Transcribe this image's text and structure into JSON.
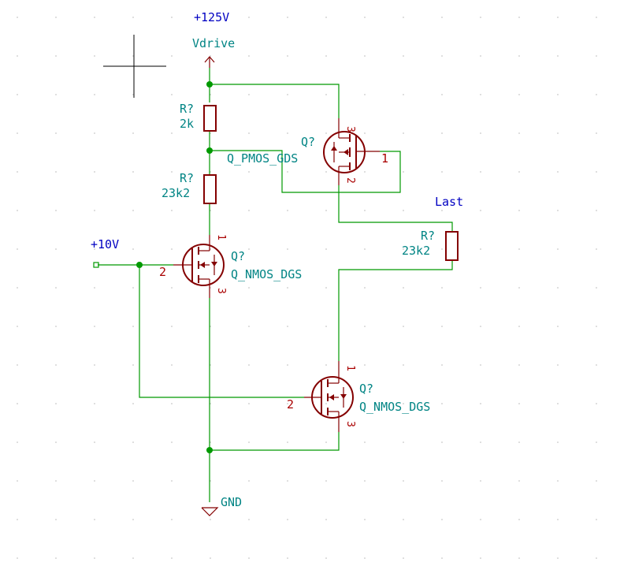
{
  "schematic": {
    "power": {
      "vplus": "+125V",
      "gnd": "GND"
    },
    "labels": {
      "vdrive": "Vdrive",
      "last": "Last",
      "input": "+10V"
    },
    "resistors": [
      {
        "ref": "R?",
        "value": "2k"
      },
      {
        "ref": "R?",
        "value": "23k2"
      },
      {
        "ref": "R?",
        "value": "23k2"
      }
    ],
    "transistors": [
      {
        "ref": "Q?",
        "value": "Q_PMOS_GDS",
        "pins": [
          "3",
          "1",
          "2"
        ]
      },
      {
        "ref": "Q?",
        "value": "Q_NMOS_DGS",
        "pins": [
          "1",
          "2",
          "3"
        ]
      },
      {
        "ref": "Q?",
        "value": "Q_NMOS_DGS",
        "pins": [
          "1",
          "2",
          "3"
        ]
      }
    ]
  },
  "colors": {
    "wire": "#009900",
    "component": "#840000",
    "value_text": "#008484",
    "power_label": "#0000c2",
    "pin_number": "#a90000"
  }
}
